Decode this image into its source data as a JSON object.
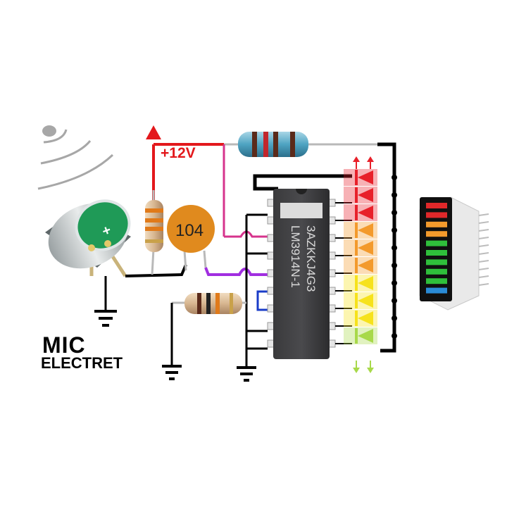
{
  "labels": {
    "supply": "+12V",
    "mic_line1": "MIC",
    "mic_line2": "ELECTRET",
    "capacitor_code": "104",
    "ic_code1": "3AZKKJ4G3",
    "ic_code2": "LM3914N-1",
    "mic_plus": "+"
  },
  "leds": [
    {
      "color": "#e8202a"
    },
    {
      "color": "#e8202a"
    },
    {
      "color": "#e8202a"
    },
    {
      "color": "#f39a2c"
    },
    {
      "color": "#f39a2c"
    },
    {
      "color": "#f39a2c"
    },
    {
      "color": "#f6e21c"
    },
    {
      "color": "#f6e21c"
    },
    {
      "color": "#f6e21c"
    },
    {
      "color": "#a8d94a"
    }
  ],
  "bargraph_segments": [
    {
      "color": "#e0282a"
    },
    {
      "color": "#e0282a"
    },
    {
      "color": "#f39a2c"
    },
    {
      "color": "#f39a2c"
    },
    {
      "color": "#2fbf3b"
    },
    {
      "color": "#2fbf3b"
    },
    {
      "color": "#2fbf3b"
    },
    {
      "color": "#2fbf3b"
    },
    {
      "color": "#2fbf3b"
    },
    {
      "color": "#2a8bd6"
    }
  ],
  "colors": {
    "supply_wire": "#e3181c",
    "signal_wire": "#d6338c",
    "input_wire": "#a12ee0",
    "mode_wire": "#1a3cc8",
    "ground_wire": "#000000",
    "capacitor": "#e08a1e"
  },
  "icons": [
    "sound-wave-icon",
    "ground-icon"
  ]
}
